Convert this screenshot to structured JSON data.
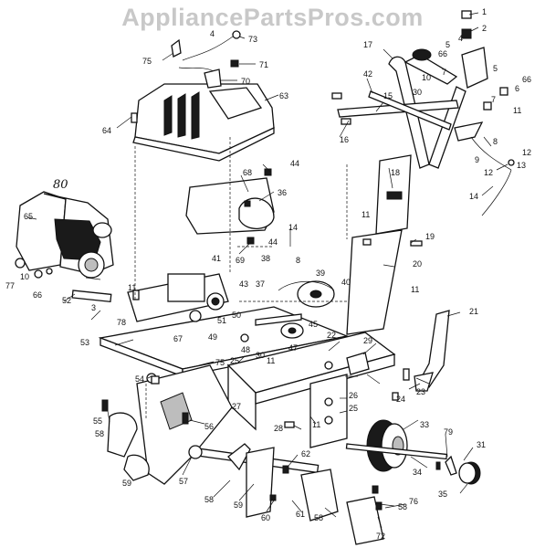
{
  "watermark": "AppliancePartsPros.com",
  "callouts": {
    "c1": "1",
    "c2": "2",
    "c3": "3",
    "c4": "4",
    "c4b": "4",
    "c5": "5",
    "c5b": "5",
    "c6": "6",
    "c7": "7",
    "c8": "8",
    "c8b": "8",
    "c9": "9",
    "c10": "10",
    "c10b": "10",
    "c11a": "11",
    "c11b": "11",
    "c11c": "11",
    "c11d": "11",
    "c11e": "11",
    "c11f": "11",
    "c12a": "12",
    "c12b": "12",
    "c13": "13",
    "c14a": "14",
    "c14b": "14",
    "c15": "15",
    "c16": "16",
    "c17": "17",
    "c18": "18",
    "c19": "19",
    "c20": "20",
    "c21": "21",
    "c22": "22",
    "c23": "23",
    "c24": "24",
    "c25a": "25",
    "c25b": "25",
    "c26": "26",
    "c27": "27",
    "c28": "28",
    "c29": "29",
    "c30a": "30",
    "c30b": "30",
    "c31": "31",
    "c33": "33",
    "c34": "34",
    "c35": "35",
    "c36": "36",
    "c37": "37",
    "c38": "38",
    "c39": "39",
    "c40": "40",
    "c41": "41",
    "c42": "42",
    "c43": "43",
    "c44a": "44",
    "c44b": "44",
    "c45": "45",
    "c47": "47",
    "c48": "48",
    "c49": "49",
    "c50": "50",
    "c51": "51",
    "c52": "52",
    "c53": "53",
    "c54": "54",
    "c55": "55",
    "c56": "56",
    "c57": "57",
    "c58a": "58",
    "c58b": "58",
    "c58c": "58",
    "c58d": "58",
    "c59a": "59",
    "c59b": "59",
    "c60": "60",
    "c61": "61",
    "c62": "62",
    "c63": "63",
    "c64": "64",
    "c65": "65",
    "c66a": "66",
    "c66b": "66",
    "c66c": "66",
    "c67": "67",
    "c68": "68",
    "c69": "69",
    "c70": "70",
    "c71": "71",
    "c72": "72",
    "c73": "73",
    "c75a": "75",
    "c75b": "75",
    "c76": "76",
    "c77": "77",
    "c78": "78",
    "c79": "79",
    "c80": "80"
  }
}
